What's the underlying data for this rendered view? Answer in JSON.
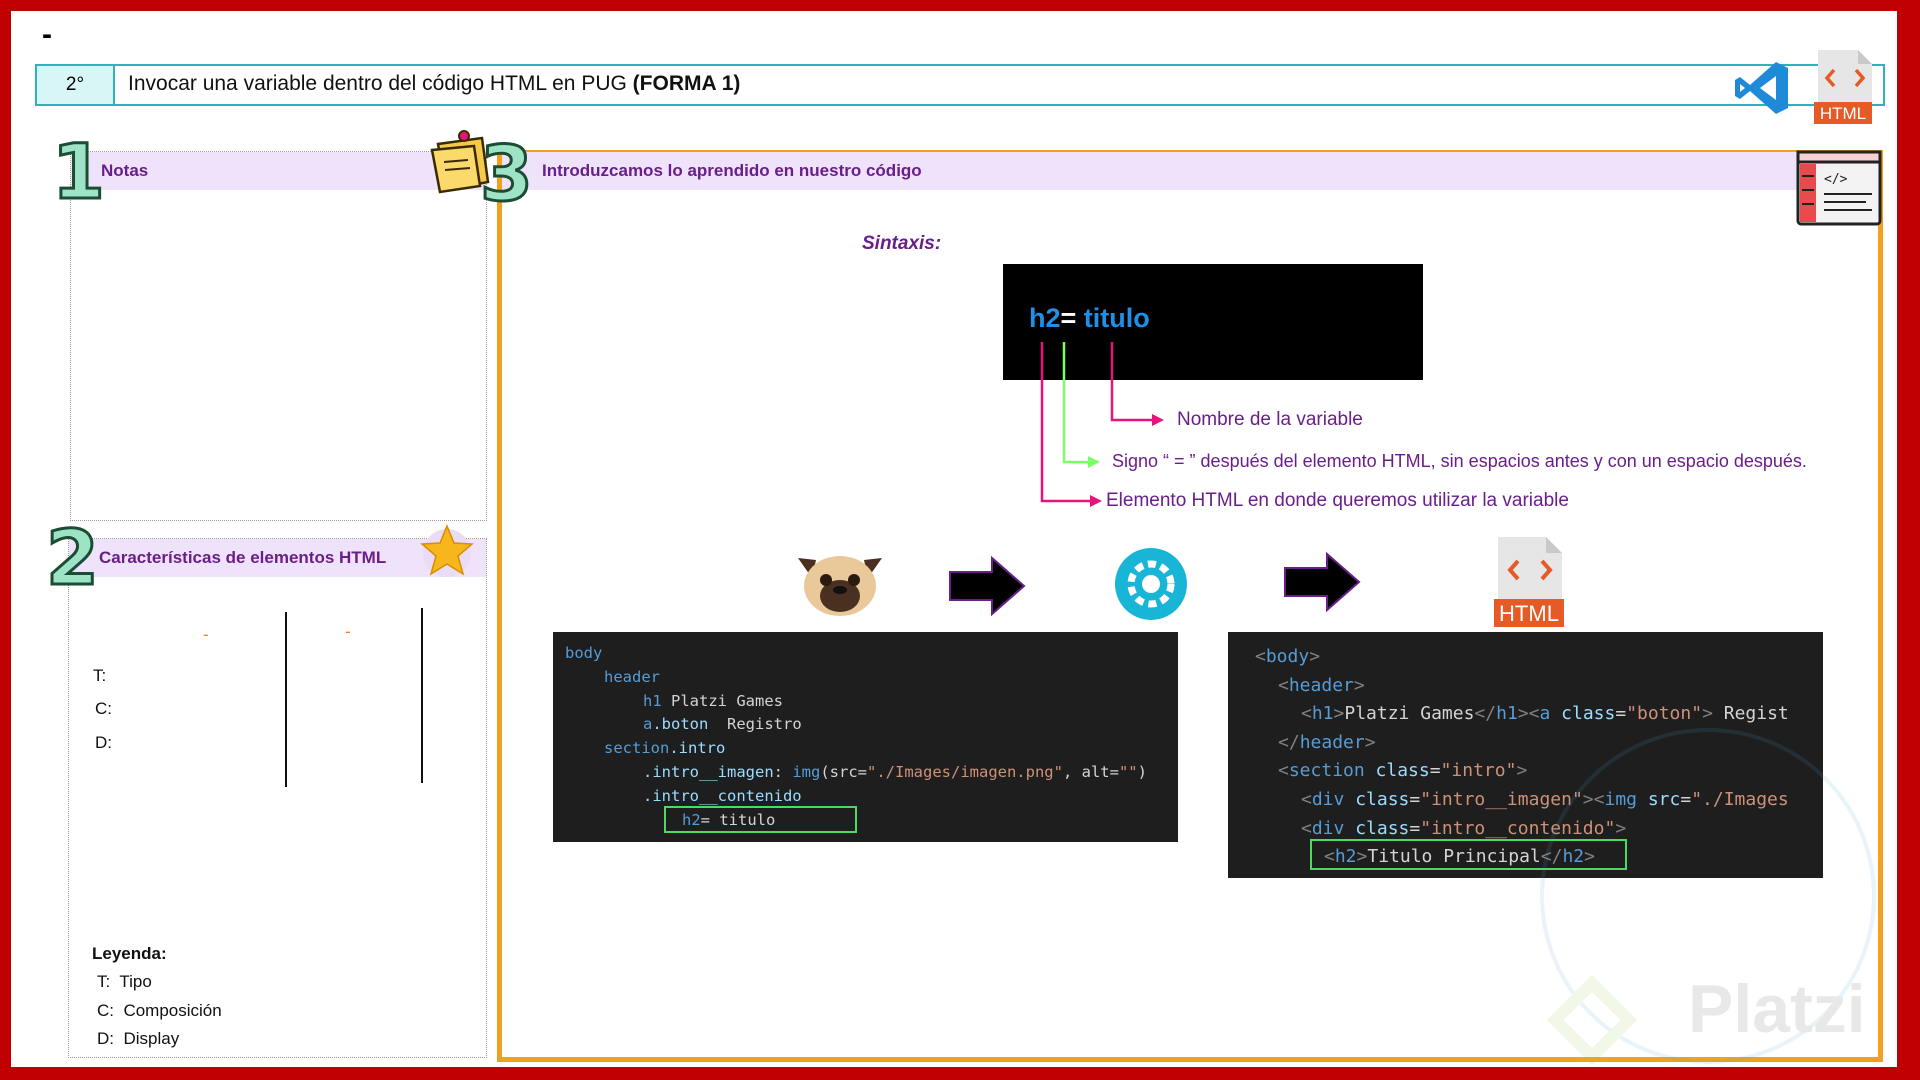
{
  "top_dash": "-",
  "header": {
    "number": "2°",
    "title": "Invocar una variable dentro del código HTML en PUG",
    "title_bold": "(FORMA 1)",
    "html_badge": "HTML"
  },
  "notes": {
    "number": "1",
    "title": "Notas"
  },
  "characteristics": {
    "number": "2",
    "title": "Características de elementos HTML",
    "col1_dash": "-",
    "col2_dash": "-",
    "rows": [
      "T:",
      "C:",
      "D:"
    ],
    "legend_title": "Leyenda:",
    "legend": [
      {
        "key": "T:",
        "value": "Tipo"
      },
      {
        "key": "C:",
        "value": "Composición"
      },
      {
        "key": "D:",
        "value": "Display"
      }
    ]
  },
  "main": {
    "number": "3",
    "title": "Introduzcamos lo aprendido en nuestro código",
    "syntax_label": "Sintaxis:",
    "syntax": {
      "tag": "h2",
      "eq": "=",
      "var": " titulo"
    },
    "annotations": {
      "variable": "Nombre de la variable",
      "sign": "Signo “ = ” después del elemento HTML, sin espacios antes y con un espacio después.",
      "element": "Elemento HTML en donde queremos utilizar la variable"
    },
    "html_badge": "HTML",
    "pug_code": [
      {
        "indent": 0,
        "parts": [
          {
            "t": "body",
            "c": "#569cd6"
          }
        ]
      },
      {
        "indent": 1,
        "parts": [
          {
            "t": "header",
            "c": "#569cd6"
          }
        ]
      },
      {
        "indent": 2,
        "parts": [
          {
            "t": "h1",
            "c": "#569cd6"
          },
          {
            "t": " Platzi Games",
            "c": "#d4d4d4"
          }
        ]
      },
      {
        "indent": 2,
        "parts": [
          {
            "t": "a",
            "c": "#569cd6"
          },
          {
            "t": ".boton",
            "c": "#9cdcfe"
          },
          {
            "t": "  Registro",
            "c": "#d4d4d4"
          }
        ]
      },
      {
        "indent": 1,
        "parts": [
          {
            "t": "section",
            "c": "#569cd6"
          },
          {
            "t": ".intro",
            "c": "#9cdcfe"
          }
        ]
      },
      {
        "indent": 2,
        "parts": [
          {
            "t": ".intro__imagen",
            "c": "#9cdcfe"
          },
          {
            "t": ": ",
            "c": "#d4d4d4"
          },
          {
            "t": "img",
            "c": "#569cd6"
          },
          {
            "t": "(src=",
            "c": "#d4d4d4"
          },
          {
            "t": "\"./Images/imagen.png\"",
            "c": "#ce9178"
          },
          {
            "t": ", alt=",
            "c": "#d4d4d4"
          },
          {
            "t": "\"\"",
            "c": "#ce9178"
          },
          {
            "t": ")",
            "c": "#d4d4d4"
          }
        ]
      },
      {
        "indent": 2,
        "parts": [
          {
            "t": ".intro__contenido",
            "c": "#9cdcfe"
          }
        ]
      },
      {
        "indent": 3,
        "parts": [
          {
            "t": "h2",
            "c": "#569cd6"
          },
          {
            "t": "= titulo",
            "c": "#d4d4d4"
          }
        ]
      }
    ],
    "html_code": [
      {
        "indent": 0,
        "parts": [
          {
            "t": "<",
            "c": "#808080"
          },
          {
            "t": "body",
            "c": "#569cd6"
          },
          {
            "t": ">",
            "c": "#808080"
          }
        ]
      },
      {
        "indent": 1,
        "parts": [
          {
            "t": "<",
            "c": "#808080"
          },
          {
            "t": "header",
            "c": "#569cd6"
          },
          {
            "t": ">",
            "c": "#808080"
          }
        ]
      },
      {
        "indent": 2,
        "parts": [
          {
            "t": "<",
            "c": "#808080"
          },
          {
            "t": "h1",
            "c": "#569cd6"
          },
          {
            "t": ">",
            "c": "#808080"
          },
          {
            "t": "Platzi Games",
            "c": "#d4d4d4"
          },
          {
            "t": "</",
            "c": "#808080"
          },
          {
            "t": "h1",
            "c": "#569cd6"
          },
          {
            "t": "><",
            "c": "#808080"
          },
          {
            "t": "a",
            "c": "#569cd6"
          },
          {
            "t": " class",
            "c": "#9cdcfe"
          },
          {
            "t": "=",
            "c": "#d4d4d4"
          },
          {
            "t": "\"boton\"",
            "c": "#ce9178"
          },
          {
            "t": ">",
            "c": "#808080"
          },
          {
            "t": " Regist",
            "c": "#d4d4d4"
          }
        ]
      },
      {
        "indent": 1,
        "parts": [
          {
            "t": "</",
            "c": "#808080"
          },
          {
            "t": "header",
            "c": "#569cd6"
          },
          {
            "t": ">",
            "c": "#808080"
          }
        ]
      },
      {
        "indent": 1,
        "parts": [
          {
            "t": "<",
            "c": "#808080"
          },
          {
            "t": "section",
            "c": "#569cd6"
          },
          {
            "t": " class",
            "c": "#9cdcfe"
          },
          {
            "t": "=",
            "c": "#d4d4d4"
          },
          {
            "t": "\"intro\"",
            "c": "#ce9178"
          },
          {
            "t": ">",
            "c": "#808080"
          }
        ]
      },
      {
        "indent": 2,
        "parts": [
          {
            "t": "<",
            "c": "#808080"
          },
          {
            "t": "div",
            "c": "#569cd6"
          },
          {
            "t": " class",
            "c": "#9cdcfe"
          },
          {
            "t": "=",
            "c": "#d4d4d4"
          },
          {
            "t": "\"intro__imagen\"",
            "c": "#ce9178"
          },
          {
            "t": "><",
            "c": "#808080"
          },
          {
            "t": "img",
            "c": "#569cd6"
          },
          {
            "t": " src",
            "c": "#9cdcfe"
          },
          {
            "t": "=",
            "c": "#d4d4d4"
          },
          {
            "t": "\"./Images",
            "c": "#ce9178"
          }
        ]
      },
      {
        "indent": 2,
        "parts": [
          {
            "t": "<",
            "c": "#808080"
          },
          {
            "t": "div",
            "c": "#569cd6"
          },
          {
            "t": " class",
            "c": "#9cdcfe"
          },
          {
            "t": "=",
            "c": "#d4d4d4"
          },
          {
            "t": "\"intro__contenido\"",
            "c": "#ce9178"
          },
          {
            "t": ">",
            "c": "#808080"
          }
        ]
      },
      {
        "indent": 3,
        "parts": [
          {
            "t": "<",
            "c": "#808080"
          },
          {
            "t": "h2",
            "c": "#569cd6"
          },
          {
            "t": ">",
            "c": "#808080"
          },
          {
            "t": "Titulo Principal",
            "c": "#d4d4d4"
          },
          {
            "t": "</",
            "c": "#808080"
          },
          {
            "t": "h2",
            "c": "#569cd6"
          },
          {
            "t": ">",
            "c": "#808080"
          }
        ]
      }
    ],
    "watermark": "Platzi"
  },
  "colors": {
    "frame": "#c00000",
    "header_border": "#2fb3ba",
    "section_bg": "#efe3fb",
    "section_text": "#6a1e8a",
    "orange": "#f3a01f",
    "pink_arrow": "#e8127c",
    "green_arrow": "#7dff6a"
  },
  "icons": [
    "vscode-icon",
    "html-file-icon",
    "sticky-note-icon",
    "star-icon",
    "code-window-icon",
    "pug-dog-icon",
    "arrow-right-icon",
    "compiler-gear-icon"
  ]
}
